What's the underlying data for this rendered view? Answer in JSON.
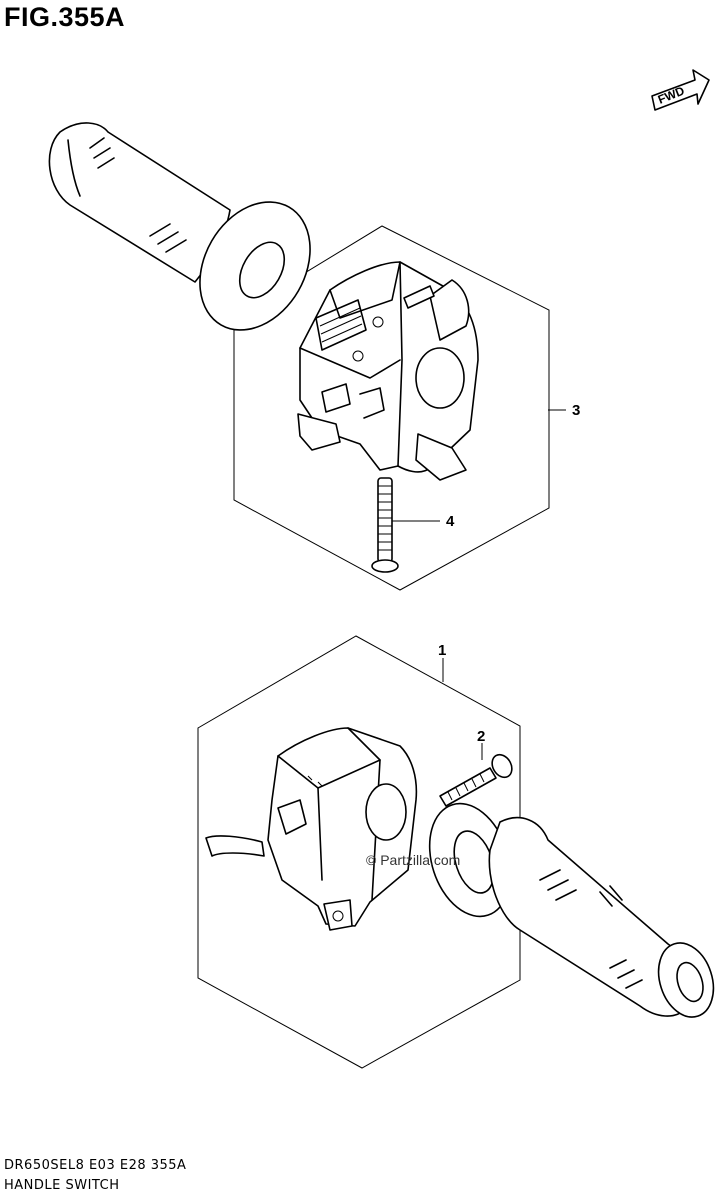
{
  "header": {
    "figure_title": "FIG.355A"
  },
  "fwd_label": "FWD",
  "callouts": {
    "c1": "1",
    "c2": "2",
    "c3": "3",
    "c4": "4"
  },
  "watermark": "© Partzilla.com",
  "footer": {
    "code": "DR650SEL8  E03  E28  355A",
    "title": "HANDLE SWITCH"
  }
}
